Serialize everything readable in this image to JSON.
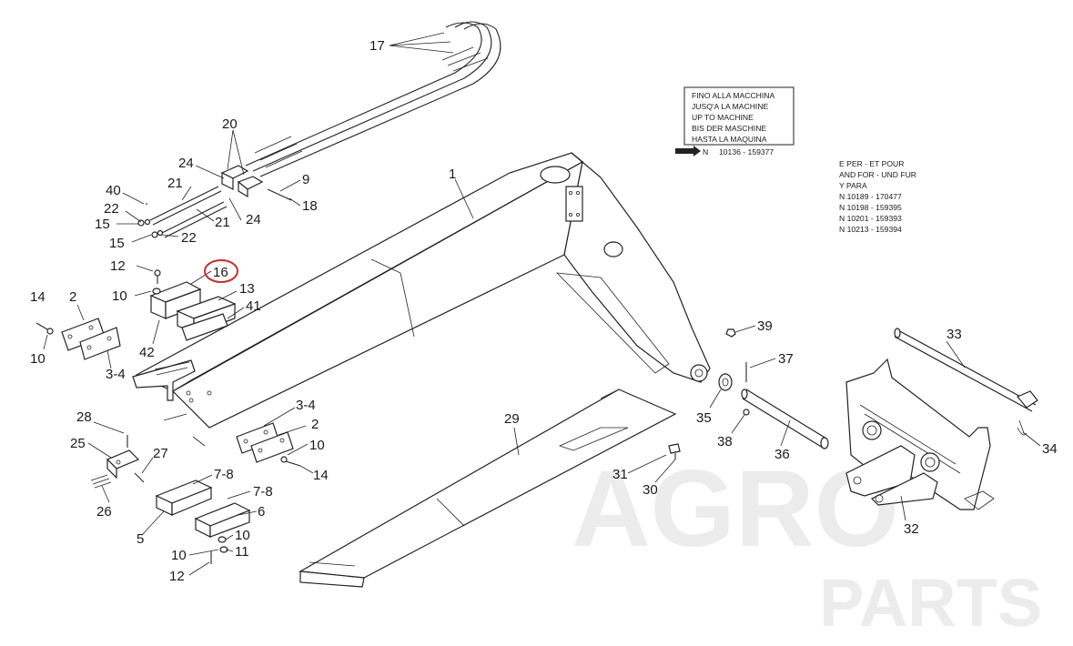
{
  "watermark": {
    "line1": "AGRO",
    "line2": "PARTS"
  },
  "note_box": {
    "lines": [
      "FINO ALLA MACCHINA",
      "JUSQ'A LA MACHINE",
      "UP TO MACHINE",
      "BIS DER MASCHINE",
      "HASTA LA MAQUINA"
    ],
    "serial_prefix": "N",
    "serial": "10136 - 159377"
  },
  "note_side": {
    "lines": [
      "E PER - ET POUR",
      "AND FOR - UND FUR",
      "Y PARA",
      "N  10189 - 170477",
      "N  10198 - 159395",
      "N  10201 - 159393",
      "N  10213 - 159394"
    ]
  },
  "highlight": {
    "label": "16"
  },
  "callouts": {
    "c17": "17",
    "c20": "20",
    "c24a": "24",
    "c9": "9",
    "c18": "18",
    "c40": "40",
    "c21a": "21",
    "c22a": "22",
    "c15a": "15",
    "c21b": "21",
    "c24b": "24",
    "c15b": "15",
    "c22b": "22",
    "c1": "1",
    "c12a": "12",
    "c10a": "10",
    "c13": "13",
    "c41": "41",
    "c14a": "14",
    "c2a": "2",
    "c10b": "10",
    "c42": "42",
    "c34a": "3-4",
    "c28": "28",
    "c25": "25",
    "c27": "27",
    "c26": "26",
    "c34b": "3-4",
    "c2b": "2",
    "c10c": "10",
    "c14b": "14",
    "c78a": "7-8",
    "c78b": "7-8",
    "c6": "6",
    "c5": "5",
    "c10d": "10",
    "c10e": "10",
    "c11": "11",
    "c12b": "12",
    "c29": "29",
    "c39": "39",
    "c37": "37",
    "c35": "35",
    "c38": "38",
    "c36": "36",
    "c31": "31",
    "c30": "30",
    "c33": "33",
    "c34": "34",
    "c32": "32"
  }
}
